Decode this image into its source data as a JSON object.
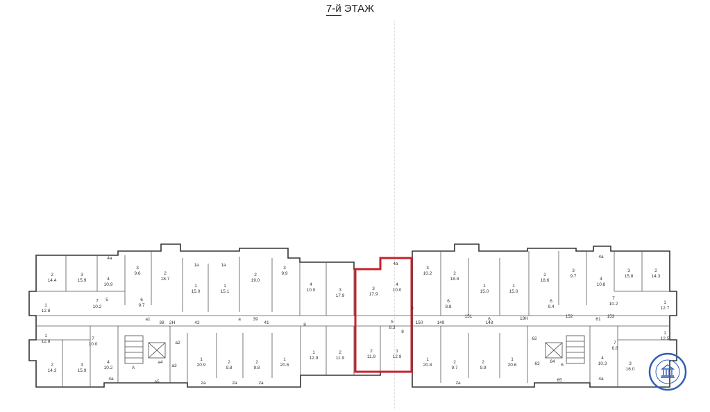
{
  "header": {
    "floor_number": "7-й",
    "floor_word": "ЭТАЖ"
  },
  "colors": {
    "wall": "#333333",
    "highlight": "#c8202a",
    "seal": "#2f5fb0"
  },
  "rooms": [
    {
      "id": "r1",
      "label": "2",
      "area": "14.4"
    },
    {
      "id": "r2",
      "label": "3",
      "area": "15.9"
    },
    {
      "id": "r3",
      "label": "4",
      "area": "10.9"
    },
    {
      "id": "r4",
      "label": "4a",
      "area": ""
    },
    {
      "id": "r5",
      "label": "3",
      "area": "9.6"
    },
    {
      "id": "r6",
      "label": "2",
      "area": "18.7"
    },
    {
      "id": "r7",
      "label": "1a",
      "area": ""
    },
    {
      "id": "r8",
      "label": "1",
      "area": "15.0"
    },
    {
      "id": "r9",
      "label": "1a",
      "area": ""
    },
    {
      "id": "r10",
      "label": "1",
      "area": "15.1"
    },
    {
      "id": "r11",
      "label": "2",
      "area": "19.0"
    },
    {
      "id": "r12",
      "label": "3",
      "area": "9.9"
    },
    {
      "id": "r13",
      "label": "4",
      "area": "10.0"
    },
    {
      "id": "r14",
      "label": "3",
      "area": "17.9"
    },
    {
      "id": "r15",
      "label": "3",
      "area": "17.9"
    },
    {
      "id": "r16",
      "label": "4a",
      "area": ""
    },
    {
      "id": "r17",
      "label": "4",
      "area": "10.0"
    },
    {
      "id": "r18",
      "label": "3",
      "area": "10.2"
    },
    {
      "id": "r19",
      "label": "2",
      "area": "18.8"
    },
    {
      "id": "r20",
      "label": "1",
      "area": "15.0"
    },
    {
      "id": "r21",
      "label": "1",
      "area": "15.0"
    },
    {
      "id": "r22",
      "label": "2",
      "area": "18.6"
    },
    {
      "id": "r23",
      "label": "3",
      "area": "9.7"
    },
    {
      "id": "r24",
      "label": "4",
      "area": "10.8"
    },
    {
      "id": "r25",
      "label": "4a",
      "area": ""
    },
    {
      "id": "r26",
      "label": "3",
      "area": "15.8"
    },
    {
      "id": "r27",
      "label": "2",
      "area": "14.3"
    },
    {
      "id": "r28",
      "label": "1",
      "area": "12.8"
    },
    {
      "id": "r29",
      "label": "1",
      "area": "12.7"
    },
    {
      "id": "r30",
      "label": "1",
      "area": "12.8"
    },
    {
      "id": "r31",
      "label": "1",
      "area": "12.5"
    },
    {
      "id": "r32",
      "label": "2",
      "area": "14.3"
    },
    {
      "id": "r33",
      "label": "3",
      "area": "15.9"
    },
    {
      "id": "r34",
      "label": "4",
      "area": "10.2"
    },
    {
      "id": "r35",
      "label": "1",
      "area": "20.9"
    },
    {
      "id": "r36",
      "label": "2",
      "area": "9.8"
    },
    {
      "id": "r37",
      "label": "2",
      "area": "9.8"
    },
    {
      "id": "r38",
      "label": "1",
      "area": "20.6"
    },
    {
      "id": "r39",
      "label": "1",
      "area": "12.9"
    },
    {
      "id": "r40",
      "label": "2",
      "area": "11.9"
    },
    {
      "id": "r41",
      "label": "2",
      "area": "11.9"
    },
    {
      "id": "r42",
      "label": "1",
      "area": "12.9"
    },
    {
      "id": "r43",
      "label": "1",
      "area": "20.8"
    },
    {
      "id": "r44",
      "label": "2",
      "area": "9.7"
    },
    {
      "id": "r45",
      "label": "2",
      "area": "9.9"
    },
    {
      "id": "r46",
      "label": "1",
      "area": "20.6"
    },
    {
      "id": "r47",
      "label": "4",
      "area": "10.3"
    },
    {
      "id": "r48",
      "label": "3",
      "area": "16.0"
    },
    {
      "id": "r49",
      "label": "6",
      "area": "9.7"
    },
    {
      "id": "r50",
      "label": "6",
      "area": "8.8"
    },
    {
      "id": "r51",
      "label": "6",
      "area": "9.4"
    },
    {
      "id": "r52",
      "label": "7",
      "area": "10.2"
    },
    {
      "id": "r53",
      "label": "7",
      "area": "10.2"
    },
    {
      "id": "r54",
      "label": "7",
      "area": "10.0"
    },
    {
      "id": "r55",
      "label": "7",
      "area": "6.8"
    },
    {
      "id": "r56",
      "label": "5",
      "area": "8.3"
    }
  ],
  "corridors": [
    {
      "id": "c1",
      "label": "a1"
    },
    {
      "id": "c2",
      "label": "a"
    },
    {
      "id": "c3",
      "label": "6"
    },
    {
      "id": "c4",
      "label": "61"
    },
    {
      "id": "c5",
      "label": "38"
    },
    {
      "id": "c6",
      "label": "39"
    },
    {
      "id": "c7",
      "label": "2H"
    },
    {
      "id": "c8",
      "label": "42"
    },
    {
      "id": "c9",
      "label": "41"
    },
    {
      "id": "c10",
      "label": "150"
    },
    {
      "id": "c11",
      "label": "149"
    },
    {
      "id": "c12",
      "label": "151"
    },
    {
      "id": "c13",
      "label": "148"
    },
    {
      "id": "c14",
      "label": "19H"
    },
    {
      "id": "c15",
      "label": "152"
    },
    {
      "id": "c16",
      "label": "153"
    },
    {
      "id": "c17",
      "label": "a2"
    },
    {
      "id": "c18",
      "label": "a5"
    },
    {
      "id": "c19",
      "label": "a4"
    },
    {
      "id": "c20",
      "label": "a3"
    },
    {
      "id": "c21",
      "label": "62"
    },
    {
      "id": "c22",
      "label": "63"
    },
    {
      "id": "c23",
      "label": "64"
    },
    {
      "id": "c24",
      "label": "65"
    },
    {
      "id": "c25",
      "label": "A"
    },
    {
      "id": "c26",
      "label": "2a"
    },
    {
      "id": "c27",
      "label": "2a"
    },
    {
      "id": "c28",
      "label": "2a"
    },
    {
      "id": "c29",
      "label": "2a"
    },
    {
      "id": "c30",
      "label": "4a"
    },
    {
      "id": "c31",
      "label": "4a"
    },
    {
      "id": "c32",
      "label": "8"
    },
    {
      "id": "c33",
      "label": "8"
    },
    {
      "id": "c34",
      "label": "5"
    },
    {
      "id": "c35",
      "label": "5"
    },
    {
      "id": "c36",
      "label": "6"
    }
  ]
}
